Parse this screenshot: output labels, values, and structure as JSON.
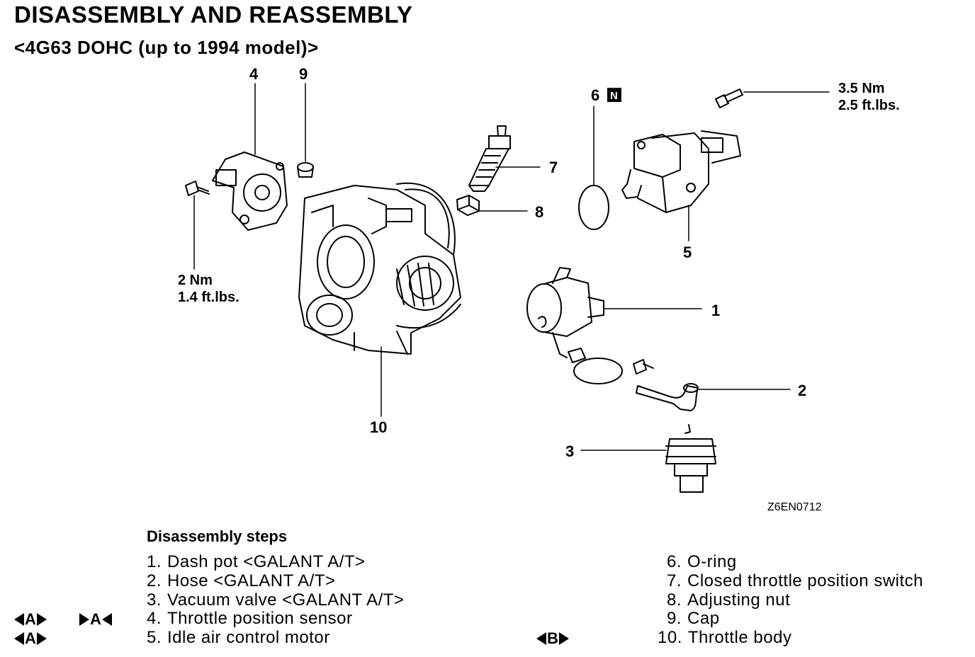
{
  "header": {
    "title": "DISASSEMBLY AND REASSEMBLY",
    "subtitle": "<4G63 DOHC (up to 1994 model)>"
  },
  "callouts": [
    "1",
    "2",
    "3",
    "4",
    "5",
    "6",
    "7",
    "8",
    "9",
    "10"
  ],
  "new_part_badge": "N",
  "torque": {
    "sensor_screw": {
      "nm": "2 Nm",
      "ftlbs": "1.4 ft.lbs."
    },
    "motor_screw": {
      "nm": "3.5 Nm",
      "ftlbs": "2.5 ft.lbs."
    }
  },
  "figure_code": "Z6EN0712",
  "steps": {
    "heading": "Disassembly steps",
    "items": [
      {
        "num": "1.",
        "text": "Dash pot <GALANT A/T>"
      },
      {
        "num": "2.",
        "text": "Hose <GALANT A/T>"
      },
      {
        "num": "3.",
        "text": "Vacuum valve <GALANT A/T>"
      },
      {
        "num": "4.",
        "text": "Throttle position sensor"
      },
      {
        "num": "5.",
        "text": "Idle air control motor"
      },
      {
        "num": "6.",
        "text": "O-ring"
      },
      {
        "num": "7.",
        "text": "Closed throttle position switch"
      },
      {
        "num": "8.",
        "text": "Adjusting nut"
      },
      {
        "num": "9.",
        "text": "Cap"
      },
      {
        "num": "10.",
        "text": "Throttle body"
      }
    ]
  },
  "service_marks": {
    "step4_disassembly": "A",
    "step4_reassembly": "A",
    "step5_disassembly": "A",
    "step10_disassembly": "B"
  }
}
